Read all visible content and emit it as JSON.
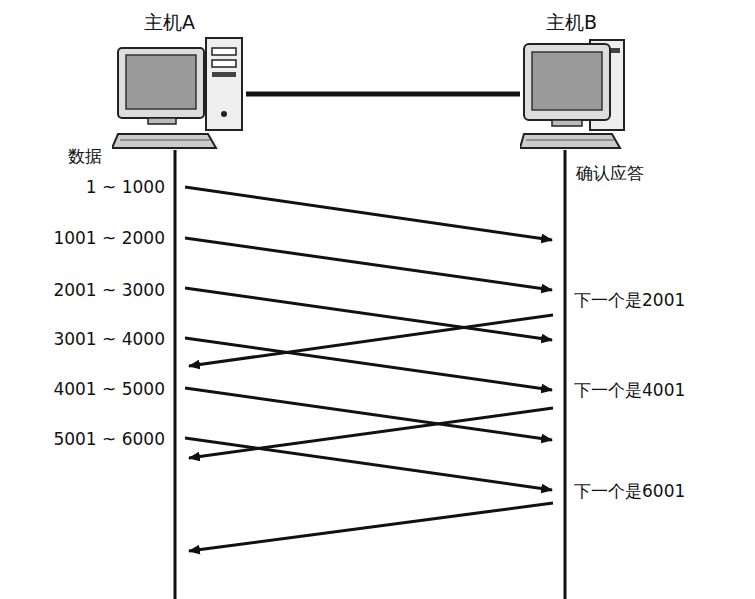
{
  "diagram": {
    "nodes": [
      {
        "text": [
          "主机A"
        ]
      },
      {
        "text": [
          "主机B"
        ]
      }
    ],
    "edges": [
      {
        "from": 0,
        "to": 1,
        "arrow": "none"
      }
    ],
    "labels": [
      "数据",
      "1 ~ 1000",
      "1001 ~ 2000",
      "2001 ~ 3000",
      "3001 ~ 4000",
      "4001 ~ 5000",
      "5001 ~ 6000",
      "确认应答",
      "下一个是2001",
      "下一个是4001",
      "下一个是6001"
    ]
  }
}
